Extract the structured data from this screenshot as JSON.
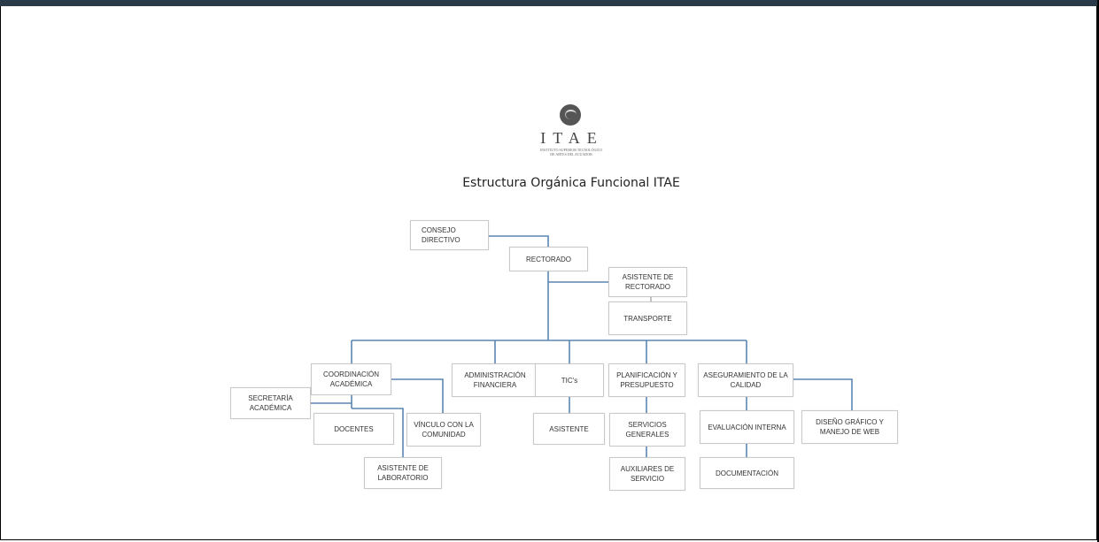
{
  "logo": {
    "name": "ITAE",
    "subtitle": "INSTITUTO SUPERIOR TECNOLÓGICO\nDE ARTES DEL ECUADOR"
  },
  "title": "Estructura Orgánica Funcional ITAE",
  "colors": {
    "connector": "#5b86b3",
    "topbar": "#2b3a48"
  },
  "nodes": {
    "consejo": "CONSEJO\nDIRECTIVO",
    "rectorado": "RECTORADO",
    "asistente_rectorado": "ASISTENTE DE\nRECTORADO",
    "transporte": "TRANSPORTE",
    "coordinacion": "COORDINACIÓN\nACADÉMICA",
    "administracion": "ADMINISTRACIÓN\nFINANCIERA",
    "tics": "TIC's",
    "planificacion": "PLANIFICACIÓN Y\nPRESUPUESTO",
    "aseguramiento": "ASEGURAMIENTO DE LA\nCALIDAD",
    "secretaria": "SECRETARÍA\nACADÉMICA",
    "docentes": "DOCENTES",
    "vinculo": "VÍNCULO CON LA\nCOMUNIDAD",
    "asistente_laboratorio": "ASISTENTE DE\nLABORATORIO",
    "asistente_tics": "ASISTENTE",
    "servicios_generales": "SERVICIOS\nGENERALES",
    "auxiliares": "AUXILIARES DE\nSERVICIO",
    "evaluacion": "EVALUACIÓN INTERNA",
    "documentacion": "DOCUMENTACIÓN",
    "diseno": "DISEÑO GRÁFICO Y\nMANEJO DE WEB"
  }
}
